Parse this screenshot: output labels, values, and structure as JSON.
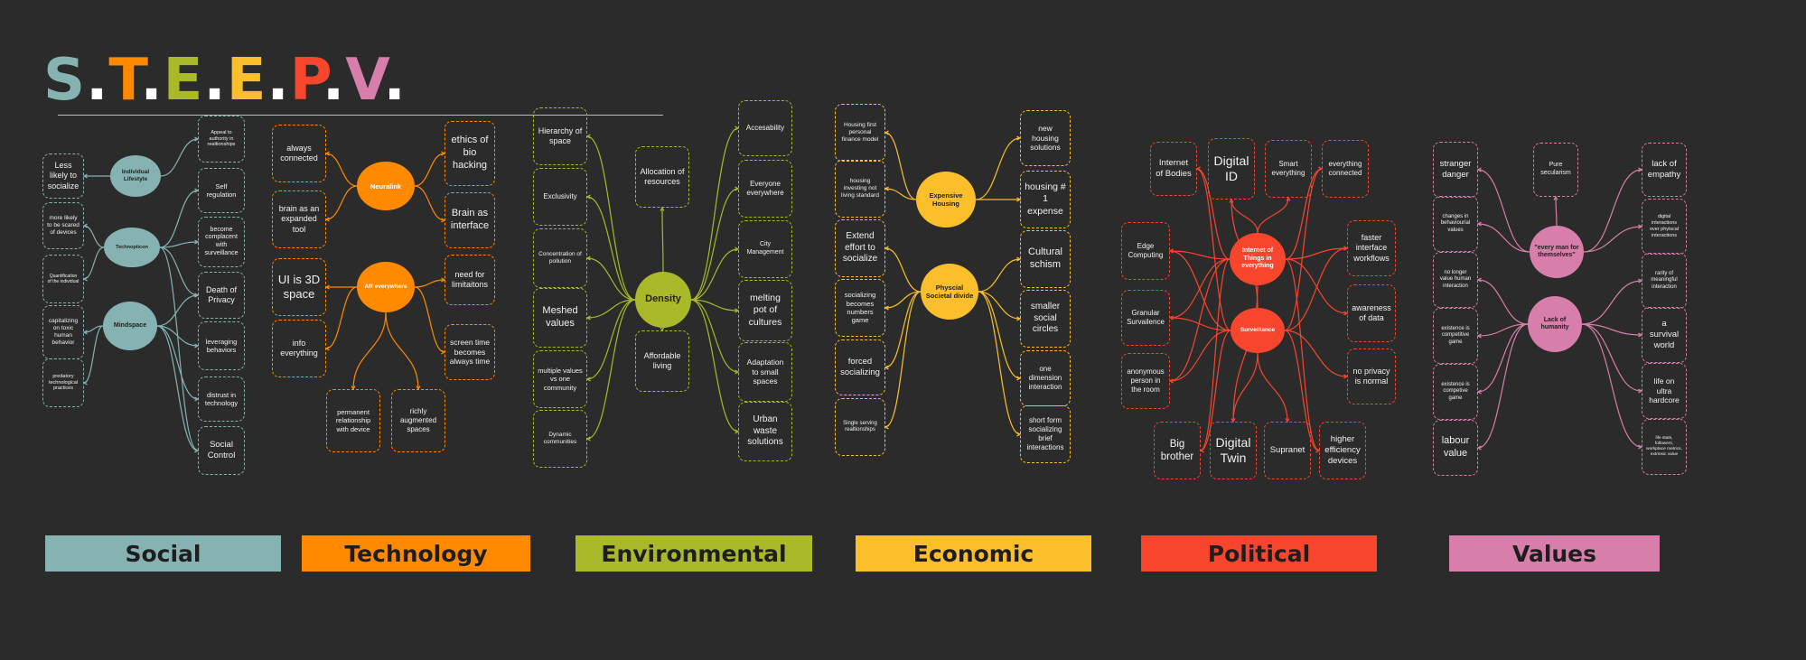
{
  "title": {
    "letters": [
      {
        "char": "S",
        "color": "#86b3b2"
      },
      {
        "char": ".",
        "color": "#ffffff"
      },
      {
        "char": "T",
        "color": "#ff8a00"
      },
      {
        "char": ".",
        "color": "#ffffff"
      },
      {
        "char": "E",
        "color": "#a9b92a"
      },
      {
        "char": ".",
        "color": "#ffffff"
      },
      {
        "char": "E",
        "color": "#fbbf2c"
      },
      {
        "char": ".",
        "color": "#ffffff"
      },
      {
        "char": "P",
        "color": "#f8452e"
      },
      {
        "char": ".",
        "color": "#ffffff"
      },
      {
        "char": "V",
        "color": "#d77eaa"
      },
      {
        "char": ".",
        "color": "#ffffff"
      }
    ]
  },
  "categories": [
    {
      "id": "social",
      "label": "Social",
      "color": "#86b3b2",
      "hubs": [
        {
          "id": "individual-lifestyle",
          "label": "Individual Lifestyle"
        },
        {
          "id": "technopticon",
          "label": "Technopticon"
        },
        {
          "id": "mindspace",
          "label": "Mindspace"
        }
      ],
      "nodes": [
        {
          "id": "appeal",
          "label": "Appeal to authority in realtionships"
        },
        {
          "id": "less-likely",
          "label": "Less likely to socialize"
        },
        {
          "id": "self-reg",
          "label": "Self regulation"
        },
        {
          "id": "scared",
          "label": "more likely to be scared of devices"
        },
        {
          "id": "complacent",
          "label": "become complacent with surveillance"
        },
        {
          "id": "quantification",
          "label": "Quantification of the individual"
        },
        {
          "id": "death-privacy",
          "label": "Death of Privacy"
        },
        {
          "id": "capitalizing",
          "label": "capitalizing on toxic human behavior"
        },
        {
          "id": "leveraging",
          "label": "leveraging behaviors"
        },
        {
          "id": "predatory",
          "label": "predatory technological practices"
        },
        {
          "id": "distrust",
          "label": "distrust in technology"
        },
        {
          "id": "social-control",
          "label": "Social Control"
        }
      ]
    },
    {
      "id": "technology",
      "label": "Technology",
      "color": "#ff8a00",
      "hubs": [
        {
          "id": "neuralink",
          "label": "Neuralink"
        },
        {
          "id": "ar-everywhere",
          "label": "AR everywhere"
        }
      ],
      "nodes": [
        {
          "id": "always-connected",
          "label": "always connected"
        },
        {
          "id": "ethics",
          "label": "ethics of bio hacking"
        },
        {
          "id": "brain-tool",
          "label": "brain as an expanded tool"
        },
        {
          "id": "brain-interface",
          "label": "Brain as interface"
        },
        {
          "id": "ui-3d",
          "label": "UI is 3D space"
        },
        {
          "id": "limits",
          "label": "need for limitaitons"
        },
        {
          "id": "info",
          "label": "info everything"
        },
        {
          "id": "screen-time",
          "label": "screen time becomes always time"
        },
        {
          "id": "permanent",
          "label": "permanent relationship with device"
        },
        {
          "id": "richly",
          "label": "richly augmented spaces"
        }
      ]
    },
    {
      "id": "environmental",
      "label": "Environmental",
      "color": "#a9b92a",
      "hubs": [
        {
          "id": "density",
          "label": "Density"
        }
      ],
      "nodes": [
        {
          "id": "hierarchy",
          "label": "Hierarchy of space"
        },
        {
          "id": "accesability",
          "label": "Accesability"
        },
        {
          "id": "allocation",
          "label": "Allocation of resources"
        },
        {
          "id": "exclusivity",
          "label": "Exclusivity"
        },
        {
          "id": "everyone",
          "label": "Everyone everywhere"
        },
        {
          "id": "concentration",
          "label": "Concentration of pollution"
        },
        {
          "id": "city-mgmt",
          "label": "City Management"
        },
        {
          "id": "meshed",
          "label": "Meshed values"
        },
        {
          "id": "melting",
          "label": "melting pot of cultures"
        },
        {
          "id": "affordable",
          "label": "Affordable living"
        },
        {
          "id": "multiple",
          "label": "multiple values vs one community"
        },
        {
          "id": "adaptation",
          "label": "Adaptation to small spaces"
        },
        {
          "id": "dynamic",
          "label": "Dynamic communities"
        },
        {
          "id": "urban-waste",
          "label": "Urban waste solutions"
        }
      ]
    },
    {
      "id": "economic",
      "label": "Economic",
      "color": "#fbbf2c",
      "hubs": [
        {
          "id": "expensive-housing",
          "label": "Expensive Housing"
        },
        {
          "id": "physcial-divide",
          "label": "Physcial Societal divide"
        }
      ],
      "nodes": [
        {
          "id": "housing-first",
          "label": "Housing first personal finance model"
        },
        {
          "id": "new-housing",
          "label": "new housing solutions"
        },
        {
          "id": "housing-investing",
          "label": "housing investing not living standard"
        },
        {
          "id": "housing-expense",
          "label": "housing # 1 expense"
        },
        {
          "id": "extend-effort",
          "label": "Extend effort to socialize"
        },
        {
          "id": "cultural-schism",
          "label": "Cultural schism"
        },
        {
          "id": "numbers-game",
          "label": "socializing becomes numbers game"
        },
        {
          "id": "smaller-circles",
          "label": "smaller social circles"
        },
        {
          "id": "forced",
          "label": "forced socializing"
        },
        {
          "id": "one-dimension",
          "label": "one dimension interaction"
        },
        {
          "id": "single-serving",
          "label": "Single serving realtionships"
        },
        {
          "id": "short-form",
          "label": "short form socializing brief interactions"
        }
      ]
    },
    {
      "id": "political",
      "label": "Political",
      "color": "#f8452e",
      "hubs": [
        {
          "id": "iot",
          "label": "Internet of Things in everything"
        },
        {
          "id": "surveillance",
          "label": "Surveillance"
        }
      ],
      "nodes": [
        {
          "id": "internet-bodies",
          "label": "Internet of Bodies"
        },
        {
          "id": "digital-id",
          "label": "Digital ID"
        },
        {
          "id": "smart-everything",
          "label": "Smart everything"
        },
        {
          "id": "everything-connected",
          "label": "everything connected"
        },
        {
          "id": "edge",
          "label": "Edge Computing"
        },
        {
          "id": "faster",
          "label": "faster interface workflows"
        },
        {
          "id": "granular",
          "label": "Granular Survailence"
        },
        {
          "id": "awareness",
          "label": "awareness of data"
        },
        {
          "id": "anonymous",
          "label": "anonymous person in the room"
        },
        {
          "id": "no-privacy",
          "label": "no privacy is normal"
        },
        {
          "id": "big-brother",
          "label": "Big brother"
        },
        {
          "id": "digital-twin",
          "label": "Digital Twin"
        },
        {
          "id": "supranet",
          "label": "Supranet"
        },
        {
          "id": "higher-efficiency",
          "label": "higher efficiency devices"
        }
      ]
    },
    {
      "id": "values",
      "label": "Values",
      "color": "#d77eaa",
      "hubs": [
        {
          "id": "every-man",
          "label": "\"every man for themselves\""
        },
        {
          "id": "lack-humanity",
          "label": "Lack of humanity"
        }
      ],
      "nodes": [
        {
          "id": "stranger",
          "label": "stranger danger"
        },
        {
          "id": "pure-secularism",
          "label": "Pure secularism"
        },
        {
          "id": "lack-empathy",
          "label": "lack of empathy"
        },
        {
          "id": "behavioural",
          "label": "changes in behaviourial values"
        },
        {
          "id": "digital-interactions",
          "label": "digital interactions over phyiscal interactions"
        },
        {
          "id": "no-longer",
          "label": "no longer value human interaction"
        },
        {
          "id": "rarity",
          "label": "rarity of meaningful interaction"
        },
        {
          "id": "competitive-1",
          "label": "existence is competitive game"
        },
        {
          "id": "survival",
          "label": "a survival world"
        },
        {
          "id": "competitive-2",
          "label": "existence is competive game"
        },
        {
          "id": "ultra",
          "label": "life on ultra hardcore"
        },
        {
          "id": "labour",
          "label": "labour value"
        },
        {
          "id": "life-stats",
          "label": "life stats, followers, workplace metrics, extrinsic value"
        }
      ]
    }
  ]
}
